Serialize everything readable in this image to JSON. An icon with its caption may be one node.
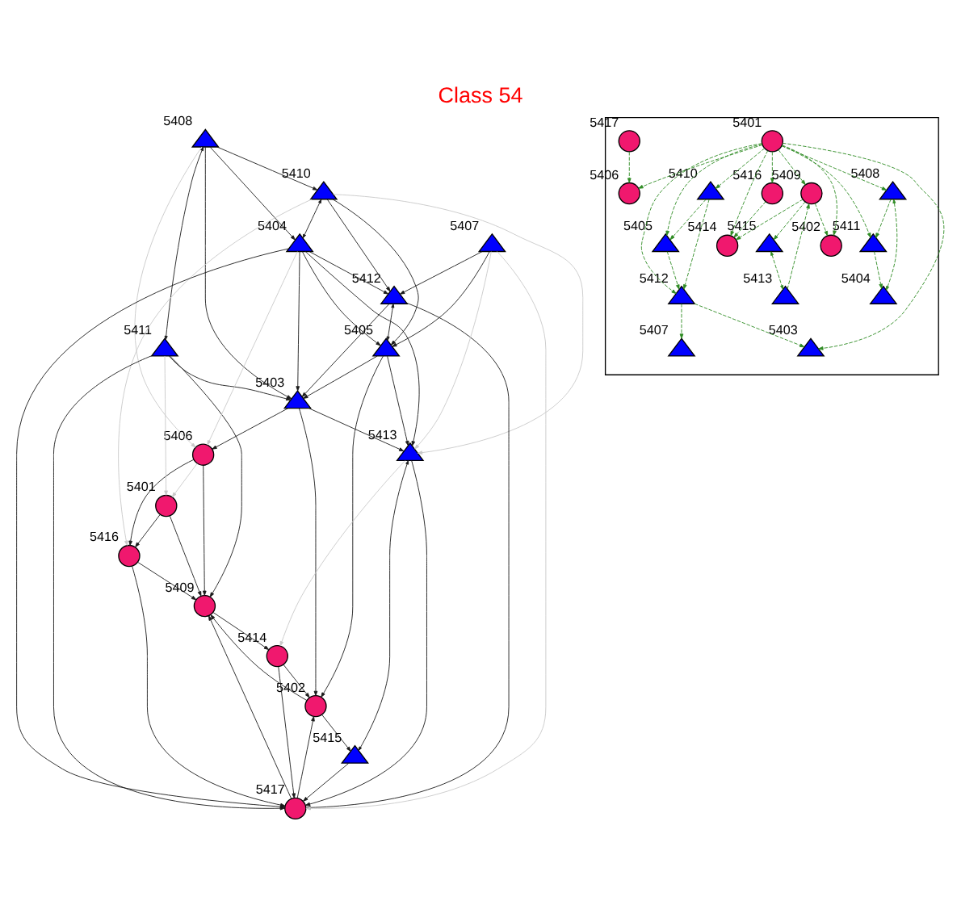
{
  "diagram": {
    "title": "Class 54",
    "nodes": [
      {
        "text": [],
        "shape": "circle",
        "beside": [
          "5406"
        ]
      },
      {
        "text": [],
        "shape": "triangle",
        "beside": [
          "5408"
        ]
      },
      {
        "text": [],
        "shape": "triangle",
        "beside": [
          "5410"
        ]
      },
      {
        "text": [],
        "shape": "triangle",
        "beside": [
          "5411"
        ]
      },
      {
        "text": [],
        "shape": "circle",
        "beside": [
          "5416"
        ]
      },
      {
        "text": [],
        "shape": "circle",
        "beside": [
          "5401"
        ]
      },
      {
        "text": [],
        "shape": "triangle",
        "beside": [
          "5404"
        ]
      },
      {
        "text": [],
        "shape": "triangle",
        "beside": [
          "5403"
        ]
      },
      {
        "text": [],
        "shape": "triangle",
        "beside": [
          "5412"
        ]
      },
      {
        "text": [],
        "shape": "circle",
        "beside": [
          "5409"
        ]
      },
      {
        "text": [],
        "shape": "triangle",
        "beside": [
          "5405"
        ]
      },
      {
        "text": [],
        "shape": "circle",
        "beside": [
          "5402"
        ]
      },
      {
        "text": [],
        "shape": "triangle",
        "beside": [
          "5407"
        ]
      },
      {
        "text": [],
        "shape": "circle",
        "beside": [
          "5417"
        ]
      },
      {
        "text": [],
        "shape": "triangle",
        "beside": [
          "5415"
        ]
      },
      {
        "text": [],
        "shape": "circle",
        "beside": [
          "5414"
        ]
      },
      {
        "text": [],
        "shape": "triangle",
        "beside": [
          "5413"
        ]
      },
      {
        "text": [],
        "shape": "box"
      },
      {
        "text": [],
        "shape": "circle",
        "beside": [
          "5406"
        ],
        "in": 17
      },
      {
        "text": [],
        "shape": "triangle",
        "beside": [
          "5408"
        ],
        "in": 17
      },
      {
        "text": [],
        "shape": "triangle",
        "beside": [
          "5410"
        ],
        "in": 17
      },
      {
        "text": [],
        "shape": "triangle",
        "beside": [
          "5411"
        ],
        "in": 17
      },
      {
        "text": [],
        "shape": "circle",
        "beside": [
          "5416"
        ],
        "in": 17
      },
      {
        "text": [],
        "shape": "circle",
        "beside": [
          "5401"
        ],
        "in": 17
      },
      {
        "text": [],
        "shape": "triangle",
        "beside": [
          "5404"
        ],
        "in": 17
      },
      {
        "text": [],
        "shape": "triangle",
        "beside": [
          "5403"
        ],
        "in": 17
      },
      {
        "text": [],
        "shape": "triangle",
        "beside": [
          "5412"
        ],
        "in": 17
      },
      {
        "text": [],
        "shape": "circle",
        "beside": [
          "5409"
        ],
        "in": 17
      },
      {
        "text": [],
        "shape": "triangle",
        "beside": [
          "5405"
        ],
        "in": 17
      },
      {
        "text": [],
        "shape": "circle",
        "beside": [
          "5402"
        ],
        "in": 17
      },
      {
        "text": [],
        "shape": "triangle",
        "beside": [
          "5407"
        ],
        "in": 17
      },
      {
        "text": [],
        "shape": "circle",
        "beside": [
          "5417"
        ],
        "in": 17
      },
      {
        "text": [],
        "shape": "triangle",
        "beside": [
          "5415"
        ],
        "in": 17
      },
      {
        "text": [],
        "shape": "circle",
        "beside": [
          "5414"
        ],
        "in": 17
      },
      {
        "text": [],
        "shape": "triangle",
        "beside": [
          "5413"
        ],
        "in": 17
      }
    ],
    "edges": [
      {
        "from": 1,
        "to": 2,
        "arrow": "to"
      },
      {
        "from": 2,
        "to": 6,
        "arrow": "both"
      },
      {
        "from": 1,
        "to": 3,
        "arrow": "both"
      },
      {
        "from": 1,
        "to": 6,
        "arrow": "to"
      },
      {
        "from": 1,
        "to": 7,
        "arrow": "to"
      },
      {
        "from": 2,
        "to": 8,
        "arrow": "to"
      },
      {
        "from": 2,
        "to": 10,
        "arrow": "to"
      },
      {
        "from": 0,
        "to": 4,
        "arrow": "to"
      },
      {
        "from": 0,
        "to": 9,
        "arrow": "to"
      },
      {
        "from": 7,
        "to": 0,
        "arrow": "to"
      },
      {
        "from": 4,
        "to": 9,
        "arrow": "to"
      },
      {
        "from": 5,
        "to": 9,
        "arrow": "to"
      },
      {
        "from": 5,
        "to": 4,
        "arrow": "to"
      },
      {
        "from": 6,
        "to": 7,
        "arrow": "to"
      },
      {
        "from": 3,
        "to": 7,
        "arrow": "to"
      },
      {
        "from": 6,
        "to": 8,
        "arrow": "to"
      },
      {
        "from": 6,
        "to": 10,
        "arrow": "to"
      },
      {
        "from": 8,
        "to": 7,
        "arrow": "to"
      },
      {
        "from": 10,
        "to": 7,
        "arrow": "to"
      },
      {
        "from": 8,
        "to": 10,
        "arrow": "both"
      },
      {
        "from": 12,
        "to": 8,
        "arrow": "to"
      },
      {
        "from": 12,
        "to": 10,
        "arrow": "to"
      },
      {
        "from": 10,
        "to": 11,
        "arrow": "to"
      },
      {
        "from": 11,
        "to": 9,
        "arrow": "to"
      },
      {
        "from": 13,
        "to": 9,
        "arrow": "to"
      },
      {
        "from": 13,
        "to": 11,
        "arrow": "to"
      },
      {
        "from": 14,
        "to": 13,
        "arrow": "to"
      },
      {
        "from": 16,
        "to": 14,
        "arrow": "both"
      },
      {
        "from": 16,
        "to": 13,
        "arrow": "to"
      },
      {
        "from": 15,
        "to": 13,
        "arrow": "to"
      },
      {
        "from": 9,
        "to": 15,
        "arrow": "to"
      },
      {
        "from": 15,
        "to": 11,
        "arrow": "to"
      },
      {
        "from": 3,
        "to": 9,
        "arrow": "to"
      },
      {
        "from": 7,
        "to": 11,
        "arrow": "to"
      },
      {
        "from": 6,
        "to": 13,
        "arrow": "to"
      },
      {
        "from": 8,
        "to": 13,
        "arrow": "to"
      },
      {
        "from": 7,
        "to": 16,
        "arrow": "to"
      },
      {
        "from": 6,
        "to": 16,
        "arrow": "to"
      },
      {
        "from": 10,
        "to": 16,
        "arrow": "to"
      },
      {
        "from": 3,
        "to": 13,
        "arrow": "to"
      },
      {
        "from": 4,
        "to": 13,
        "arrow": "to"
      },
      {
        "from": 11,
        "to": 14,
        "arrow": "to"
      },
      {
        "from": 0,
        "to": 5,
        "arrow": "to",
        "color": "#c8c8c8"
      },
      {
        "from": 16,
        "to": 15,
        "arrow": "to",
        "color": "#c8c8c8"
      },
      {
        "from": 12,
        "to": 16,
        "arrow": "to",
        "color": "#c8c8c8"
      },
      {
        "from": 2,
        "to": 16,
        "arrow": "to",
        "color": "#c8c8c8"
      },
      {
        "from": 1,
        "to": 0,
        "arrow": "to",
        "color": "#c8c8c8"
      },
      {
        "from": 2,
        "to": 4,
        "arrow": "to",
        "color": "#c8c8c8"
      },
      {
        "from": 12,
        "to": 13,
        "arrow": "to",
        "color": "#c8c8c8"
      },
      {
        "from": 6,
        "to": 0,
        "arrow": "to",
        "color": "#c8c8c8"
      },
      {
        "from": 3,
        "to": 5,
        "arrow": "to",
        "color": "#c8c8c8"
      },
      {
        "from": 23,
        "to": 18,
        "arrow": "to",
        "style": "dashed",
        "color": "#2e8b22"
      },
      {
        "from": 23,
        "to": 19,
        "arrow": "to",
        "style": "dashed",
        "color": "#2e8b22"
      },
      {
        "from": 23,
        "to": 20,
        "arrow": "to",
        "style": "dashed",
        "color": "#2e8b22"
      },
      {
        "from": 23,
        "to": 21,
        "arrow": "to",
        "style": "dashed",
        "color": "#2e8b22"
      },
      {
        "from": 23,
        "to": 22,
        "arrow": "to",
        "style": "dashed",
        "color": "#2e8b22"
      },
      {
        "from": 23,
        "to": 25,
        "arrow": "to",
        "style": "dashed",
        "color": "#2e8b22"
      },
      {
        "from": 23,
        "to": 26,
        "arrow": "to",
        "style": "dashed",
        "color": "#2e8b22"
      },
      {
        "from": 23,
        "to": 28,
        "arrow": "to",
        "style": "dashed",
        "color": "#2e8b22"
      },
      {
        "from": 23,
        "to": 29,
        "arrow": "to",
        "style": "dashed",
        "color": "#2e8b22"
      },
      {
        "from": 23,
        "to": 27,
        "arrow": "to",
        "style": "dashed",
        "color": "#2e8b22"
      },
      {
        "from": 23,
        "to": 33,
        "arrow": "to",
        "style": "dashed",
        "color": "#2e8b22"
      },
      {
        "from": 19,
        "to": 24,
        "arrow": "both",
        "style": "dashed",
        "color": "#2e8b22"
      },
      {
        "from": 19,
        "to": 21,
        "arrow": "to",
        "style": "dashed",
        "color": "#2e8b22"
      },
      {
        "from": 20,
        "to": 26,
        "arrow": "to",
        "style": "dashed",
        "color": "#2e8b22"
      },
      {
        "from": 20,
        "to": 28,
        "arrow": "to",
        "style": "dashed",
        "color": "#2e8b22"
      },
      {
        "from": 21,
        "to": 24,
        "arrow": "to",
        "style": "dashed",
        "color": "#2e8b22"
      },
      {
        "from": 26,
        "to": 25,
        "arrow": "to",
        "style": "dashed",
        "color": "#2e8b22"
      },
      {
        "from": 26,
        "to": 30,
        "arrow": "to",
        "style": "dashed",
        "color": "#2e8b22"
      },
      {
        "from": 28,
        "to": 26,
        "arrow": "to",
        "style": "dashed",
        "color": "#2e8b22"
      },
      {
        "from": 32,
        "to": 34,
        "arrow": "both",
        "style": "dashed",
        "color": "#2e8b22"
      },
      {
        "from": 27,
        "to": 33,
        "arrow": "to",
        "style": "dashed",
        "color": "#2e8b22"
      },
      {
        "from": 27,
        "to": 29,
        "arrow": "to",
        "style": "dashed",
        "color": "#2e8b22"
      },
      {
        "from": 31,
        "to": 18,
        "arrow": "to",
        "style": "dashed",
        "color": "#2e8b22"
      },
      {
        "from": 22,
        "to": 33,
        "arrow": "to",
        "style": "dashed",
        "color": "#2e8b22"
      },
      {
        "from": 27,
        "to": 32,
        "arrow": "to",
        "style": "dashed",
        "color": "#2e8b22"
      },
      {
        "from": 34,
        "to": 27,
        "arrow": "to",
        "style": "dashed",
        "color": "#2e8b22"
      }
    ]
  }
}
